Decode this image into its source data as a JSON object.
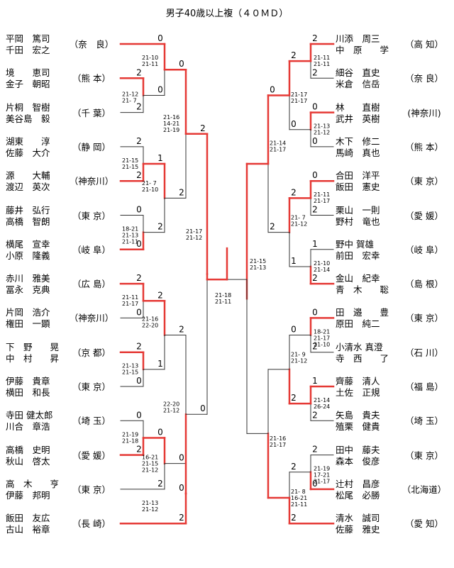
{
  "title": "男子40歳以上複（４０ＭＤ）",
  "left": [
    {
      "p1": "平岡　篤司",
      "p2": "千田　宏之",
      "pref": "（奈　良）"
    },
    {
      "p1": "境　　恵司",
      "p2": "金子　朝昭",
      "pref": "（熊 本）"
    },
    {
      "p1": "片桐　智樹",
      "p2": "美谷島　毅",
      "pref": "（千 葉）"
    },
    {
      "p1": "湖東　　淳",
      "p2": "佐藤　大介",
      "pref": "（静 岡）"
    },
    {
      "p1": "源　　大輔",
      "p2": "渡辺　英次",
      "pref": "（神奈川）"
    },
    {
      "p1": "藤井　弘行",
      "p2": "高橋　智朗",
      "pref": "（東 京）"
    },
    {
      "p1": "横尾　宣幸",
      "p2": "小原　隆義",
      "pref": "（岐 阜）"
    },
    {
      "p1": "赤川　雅美",
      "p2": "冨永　克典",
      "pref": "（広 島）"
    },
    {
      "p1": "片岡　浩介",
      "p2": "権田　一顕",
      "pref": "（神奈川）"
    },
    {
      "p1": "下　野　　晃",
      "p2": "中　村　　昇",
      "pref": "（京 都）"
    },
    {
      "p1": "伊藤　貴章",
      "p2": "横田　和長",
      "pref": "（東 京）"
    },
    {
      "p1": "寺田 健太郎",
      "p2": "川合　章浩",
      "pref": "（埼 玉）"
    },
    {
      "p1": "高橋　史明",
      "p2": "秋山　啓太",
      "pref": "（愛 媛）"
    },
    {
      "p1": "高　木　　亨",
      "p2": "伊藤　邦明",
      "pref": "（東 京）"
    },
    {
      "p1": "飯田　友広",
      "p2": "古山　裕章",
      "pref": "（長 崎）"
    }
  ],
  "right": [
    {
      "p1": "川添　周三",
      "p2": "中　原　　学",
      "pref": "（高 知）"
    },
    {
      "p1": "細谷　直史",
      "p2": "米倉　信岳",
      "pref": "（奈 良）"
    },
    {
      "p1": "林　　直樹",
      "p2": "武井　英樹",
      "pref": "(神奈川)"
    },
    {
      "p1": "木下　修二",
      "p2": "馬崎　真也",
      "pref": "（熊 本）"
    },
    {
      "p1": "合田　洋平",
      "p2": "飯田　憲史",
      "pref": "（東 京）"
    },
    {
      "p1": "栗山　一則",
      "p2": "野村　竜也",
      "pref": "（愛 媛）"
    },
    {
      "p1": "野中 賀雄",
      "p2": "前田　宏幸",
      "pref": "（岐 阜）"
    },
    {
      "p1": "金山　紀幸",
      "p2": "青　木　　聡",
      "pref": "（島 根）"
    },
    {
      "p1": "田　邉　　豊",
      "p2": "原田　純二",
      "pref": "（東 京）"
    },
    {
      "p1": "小清水 真澄",
      "p2": "寺　西　　了",
      "pref": "（石 川）"
    },
    {
      "p1": "齊藤　清人",
      "p2": "土佐　正規",
      "pref": "（福 島）"
    },
    {
      "p1": "矢島　貴夫",
      "p2": "殖栗　健貴",
      "pref": "（埼 玉）"
    },
    {
      "p1": "田中　藤夫",
      "p2": "森本　俊彦",
      "pref": "（東 京）"
    },
    {
      "p1": "辻村　昌彦",
      "p2": "松尾　必勝",
      "pref": "（北海道）"
    },
    {
      "p1": "清水　誠司",
      "p2": "佐藤　雅史",
      "pref": "（愛 知）"
    }
  ],
  "scores": [
    "2",
    "2",
    "0",
    "0",
    "2",
    "2",
    "0",
    "0",
    "1",
    "2",
    "0",
    "2",
    "2",
    "0",
    "2",
    "0",
    "2",
    "1",
    "0",
    "2",
    "0",
    "2",
    "0",
    "2",
    "2",
    "0",
    "2",
    "0",
    "2",
    "2",
    "0",
    "0",
    "2",
    "0",
    "0",
    "2",
    "1",
    "2",
    "2",
    "1",
    "0",
    "2",
    "0",
    "2",
    "1",
    "2",
    "0",
    "2",
    "2",
    "0",
    "2",
    "2"
  ],
  "details": [
    "21-12\n21- 7",
    "21-10\n21-11",
    "21-15\n21-15",
    "18-21\n21-13\n21-11",
    "21- 7\n21-10",
    "21-16\n14-21\n21-19",
    "21-11\n21-17",
    "21-13\n21-15",
    "21-16\n22-20",
    "21-19\n21-18",
    "16-21\n21-15\n21-12",
    "21-13\n21-12",
    "22-20\n21-12",
    "21-17\n21-12",
    "21-11\n21-11",
    "21-13\n21-12",
    "21-17\n21-17",
    "21-11\n21-17",
    "21-10\n21-14",
    "21- 7\n21-12",
    "21-14\n21-17",
    "18-21\n21-17\n21-10",
    "21-14\n26-24",
    "21- 9\n21-12",
    "21-19\n17-21\n21-17",
    "21- 8\n16-21\n21-11",
    "21-16\n21-17",
    "21-15\n21-13",
    "21-18\n21-11"
  ]
}
